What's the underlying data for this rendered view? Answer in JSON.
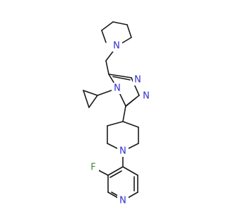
{
  "molecule": {
    "atoms": {
      "N_pyrrolidine": "N",
      "N_triazole_4": "N",
      "N_triazole_2": "N",
      "N_triazole_1": "N",
      "N_piperidine": "N",
      "F": "F",
      "N_pyridine": "N"
    },
    "colors": {
      "bond": "#1a1a1a",
      "nitrogen": "#2f2fd0",
      "fluorine": "#3d8c3d"
    }
  }
}
